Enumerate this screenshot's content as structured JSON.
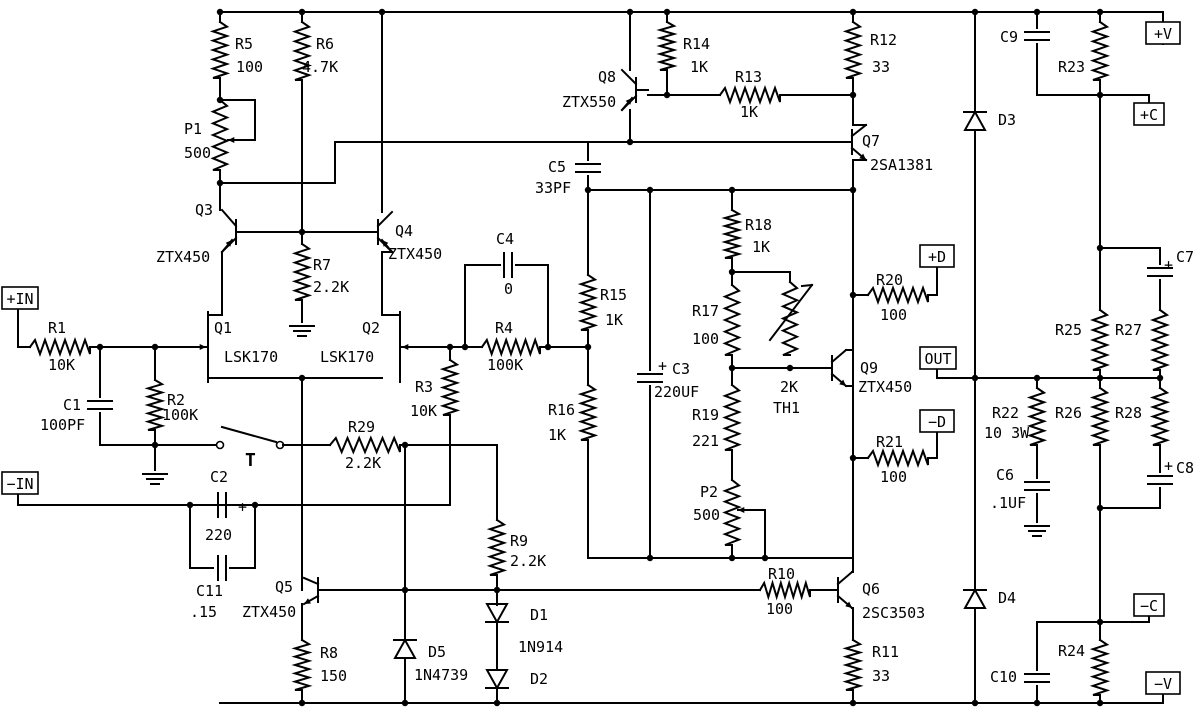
{
  "labels": {
    "R5": "R5",
    "R5v": "100",
    "R6": "R6",
    "R6v": "4.7K",
    "P1": "P1",
    "P1v": "500",
    "Q3": "Q3",
    "Q3v": "ZTX450",
    "Q4": "Q4",
    "Q4v": "ZTX450",
    "R7": "R7",
    "R7v": "2.2K",
    "Q1": "Q1",
    "Q1v": "LSK170",
    "Q2": "Q2",
    "Q2v": "LSK170",
    "R1": "R1",
    "R1v": "10K",
    "C1": "C1",
    "C1v": "100PF",
    "R2": "R2",
    "R2v": "100K",
    "R3": "R3",
    "R3v": "10K",
    "C4": "C4",
    "C4v": "0",
    "R4": "R4",
    "R4v": "100K",
    "T": "T",
    "R29": "R29",
    "R29v": "2.2K",
    "C2": "C2",
    "C2v": "220",
    "C11": "C11",
    "C11v": ".15",
    "R9": "R9",
    "R9v": "2.2K",
    "D1": "D1",
    "D1v": "1N914",
    "D2": "D2",
    "D5": "D5",
    "D5v": "1N4739",
    "Q5": "Q5",
    "Q5v": "ZTX450",
    "R8": "R8",
    "R8v": "150",
    "Q8": "Q8",
    "Q8v": "ZTX550",
    "R14": "R14",
    "R14v": "1K",
    "R13": "R13",
    "R13v": "1K",
    "R12": "R12",
    "R12v": "33",
    "Q7": "Q7",
    "Q7v": "2SA1381",
    "C5": "C5",
    "C5v": "33PF",
    "R15": "R15",
    "R15v": "1K",
    "R16": "R16",
    "R16v": "1K",
    "C3": "C3",
    "C3v": "220UF",
    "R18": "R18",
    "R18v": "1K",
    "R17": "R17",
    "R17v": "100",
    "TH1": "TH1",
    "TH1v": "2K",
    "R19": "R19",
    "R19v": "221",
    "P2": "P2",
    "P2v": "500",
    "R20": "R20",
    "R20v": "100",
    "R21": "R21",
    "R21v": "100",
    "Q9": "Q9",
    "Q9v": "ZTX450",
    "R10": "R10",
    "R10v": "100",
    "Q6": "Q6",
    "Q6v": "2SC3503",
    "R11": "R11",
    "R11v": "33",
    "D3": "D3",
    "D4": "D4",
    "C9": "C9",
    "R23": "R23",
    "C7": "C7",
    "R25": "R25",
    "R27": "R27",
    "R22": "R22",
    "R22v": "10 3W",
    "R26": "R26",
    "R28": "R28",
    "C6": "C6",
    "C6v": ".1UF",
    "C8": "C8",
    "R24": "R24",
    "C10": "C10",
    "plus": "+"
  },
  "terminals": {
    "pin": "+IN",
    "nin": "−IN",
    "pv": "+V",
    "pc": "+C",
    "pd": "+D",
    "nd": "−D",
    "out": "OUT",
    "nc": "−C",
    "nv": "−V"
  }
}
